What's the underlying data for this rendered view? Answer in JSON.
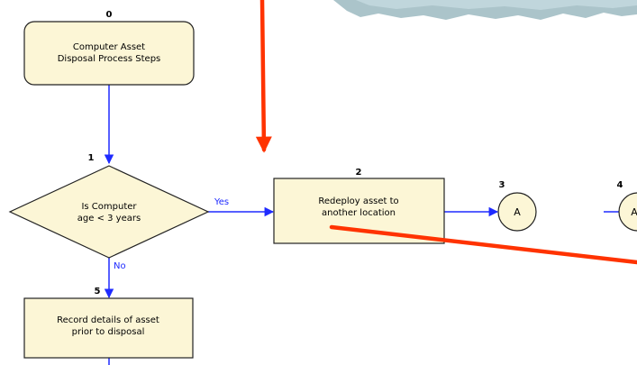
{
  "colors": {
    "node_fill": "#fcf6d6",
    "node_stroke": "#222222",
    "connector": "#1f2bff",
    "edge_label": "#1f2bff",
    "annotation_arrow": "#ff3300",
    "decoration": "#8fb0b8"
  },
  "nodes": {
    "start": {
      "number": "0",
      "line1": "Computer Asset",
      "line2": "Disposal Process Steps"
    },
    "decision": {
      "number": "1",
      "line1": "Is Computer",
      "line2": "age < 3 years"
    },
    "redeploy": {
      "number": "2",
      "line1": "Redeploy asset to",
      "line2": "another location"
    },
    "off_page_a": {
      "number": "3",
      "label": "A"
    },
    "off_page_a2": {
      "number": "4",
      "label": "A"
    },
    "record": {
      "number": "5",
      "line1": "Record details of asset",
      "line2": "prior to disposal"
    }
  },
  "edges": {
    "yes_label": "Yes",
    "no_label": "No"
  }
}
